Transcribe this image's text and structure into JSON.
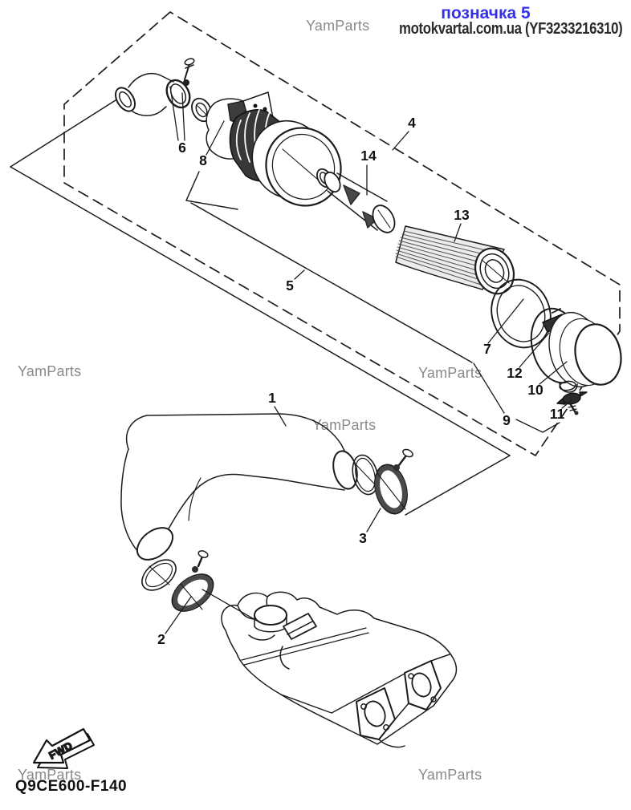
{
  "header": {
    "title": "позначка 5",
    "subtitle": "motokvartal.com.ua (YF3233216310)"
  },
  "watermark_text": "YamParts",
  "footer_code": "Q9CE600-F140",
  "fwd_arrow_label": "FWD",
  "part_labels": [
    "1",
    "2",
    "3",
    "4",
    "5",
    "6",
    "7",
    "8",
    "9",
    "10",
    "11",
    "12",
    "13",
    "14"
  ],
  "colors": {
    "title_blue": "#3431e8",
    "subtitle_dark": "#2b2b2b",
    "watermark_gray": "#8a8a8a",
    "line_art": "#1c1c1c"
  }
}
